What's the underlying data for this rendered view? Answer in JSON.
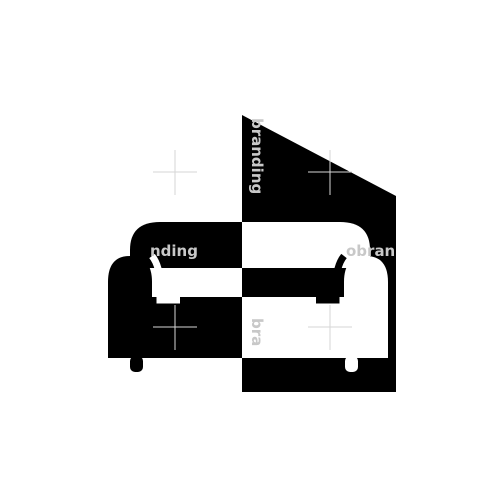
{
  "logo": {
    "description_colors": {
      "foreground": "#000000",
      "background": "#ffffff",
      "watermark": "#c8c8c8"
    },
    "icon_names": [
      "sofa-icon",
      "house-silhouette-icon"
    ]
  },
  "watermark": {
    "fragments": [
      "branding",
      "nding",
      "obran",
      "bra"
    ]
  }
}
